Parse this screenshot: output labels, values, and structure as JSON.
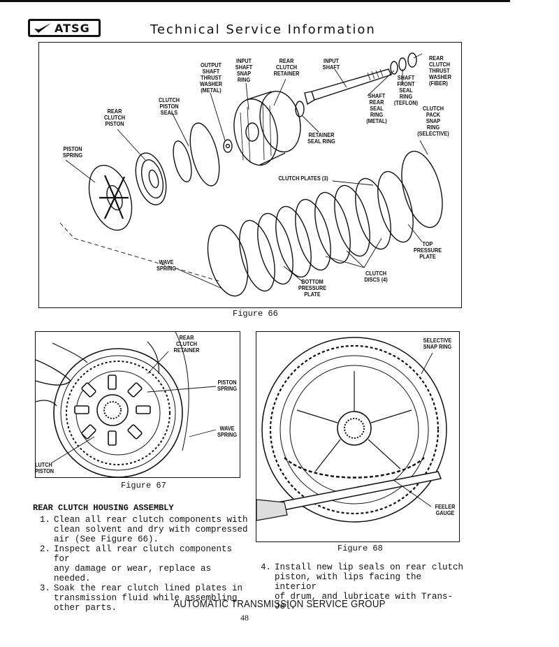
{
  "header": {
    "logo_text": "ATSG",
    "title": "Technical Service Information"
  },
  "figure66": {
    "caption": "Figure 66",
    "labels": {
      "output_washer": "OUTPUT\nSHAFT\nTHRUST\nWASHER\n(METAL)",
      "input_snap": "INPUT\nSHAFT\nSNAP\nRING",
      "rear_retainer": "REAR\nCLUTCH\nRETAINER",
      "input_shaft": "INPUT\nSHAFT",
      "rear_thrust_washer": "REAR\nCLUTCH\nTHRUST\nWASHER\n(FIBER)",
      "shaft_front_seal": "SHAFT\nFRONT\nSEAL\nRING\n(TEFLON)",
      "shaft_rear_seal": "SHAFT\nREAR\nSEAL\nRING\n(METAL)",
      "clutch_piston_seals": "CLUTCH\nPISTON\nSEALS",
      "rear_clutch_piston": "REAR\nCLUTCH\nPISTON",
      "piston_spring": "PISTON\nSPRING",
      "retainer_seal": "RETAINER\nSEAL RING",
      "clutch_pack_snap": "CLUTCH\nPACK\nSNAP\nRING\n(SELECTIVE)",
      "clutch_plates": "CLUTCH PLATES (3)",
      "top_pressure_plate": "TOP\nPRESSURE\nPLATE",
      "wave_spring": "WAVE\nSPRING",
      "clutch_discs": "CLUTCH\nDISCS (4)",
      "bottom_pressure_plate": "BOTTOM\nPRESSURE\nPLATE"
    }
  },
  "figure67": {
    "caption": "Figure 67",
    "labels": {
      "rear_retainer": "REAR\nCLUTCH\nRETAINER",
      "piston_spring": "PISTON\nSPRING",
      "wave_spring": "WAVE\nSPRING",
      "clutch_piston": "LUTCH\nPISTON"
    }
  },
  "figure68": {
    "caption": "Figure 68",
    "labels": {
      "selective_snap": "SELECTIVE\nSNAP RING",
      "feeler_gauge": "FEELER\nGAUGE"
    }
  },
  "section": {
    "heading": "REAR CLUTCH HOUSING ASSEMBLY",
    "steps": [
      {
        "num": "1.",
        "text": "Clean all rear clutch components with\nclean solvent and dry with compressed\nair (See Figure 66)."
      },
      {
        "num": "2.",
        "text": "Inspect all rear clutch components for\nany damage or wear, replace as needed."
      },
      {
        "num": "3.",
        "text": "Soak the rear clutch lined plates in\ntransmission fluid while assembling\nother parts."
      },
      {
        "num": "4.",
        "text": "Install new lip seals on rear clutch\npiston, with lips facing the interior\nof drum, and lubricate with Trans-Jel."
      }
    ]
  },
  "footer": {
    "title": "AUTOMATIC TRANSMISSION SERVICE GROUP",
    "page_number": "48"
  }
}
